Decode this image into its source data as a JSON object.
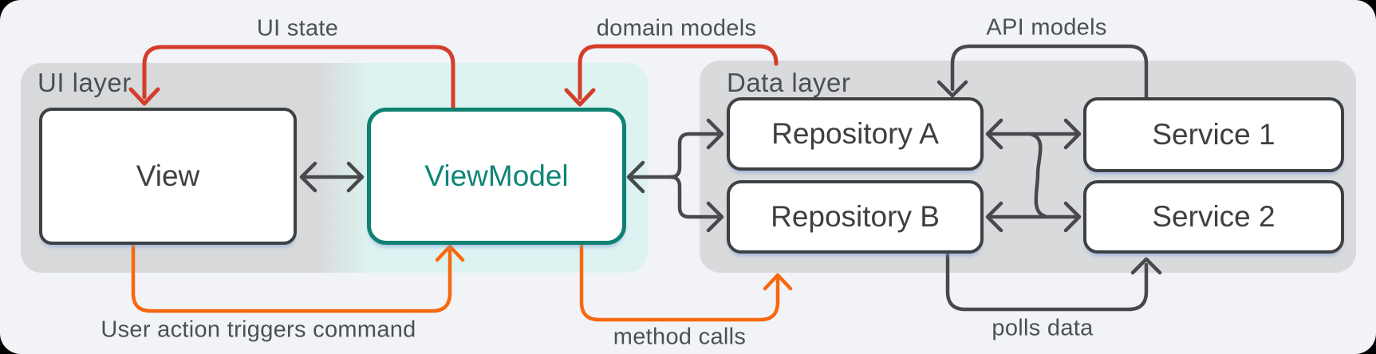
{
  "diagram": {
    "layers": [
      {
        "id": "ui-layer",
        "label": "UI layer"
      },
      {
        "id": "data-layer",
        "label": "Data layer"
      }
    ],
    "nodes": [
      {
        "id": "view",
        "label": "View"
      },
      {
        "id": "viewmodel",
        "label": "ViewModel"
      },
      {
        "id": "repo-a",
        "label": "Repository A"
      },
      {
        "id": "repo-b",
        "label": "Repository B"
      },
      {
        "id": "service-1",
        "label": "Service 1"
      },
      {
        "id": "service-2",
        "label": "Service 2"
      }
    ],
    "edges": [
      {
        "id": "ui-state",
        "from": "viewmodel",
        "to": "view",
        "label": "UI state",
        "color": "red",
        "arrow": "single"
      },
      {
        "id": "view-viewmodel",
        "from": "view",
        "to": "viewmodel",
        "label": "",
        "color": "dark",
        "arrow": "double"
      },
      {
        "id": "domain-models",
        "from": "data-layer",
        "to": "viewmodel",
        "label": "domain models",
        "color": "red",
        "arrow": "single"
      },
      {
        "id": "user-action",
        "from": "view",
        "to": "viewmodel",
        "label": "User action triggers command",
        "color": "orange",
        "arrow": "single"
      },
      {
        "id": "method-calls",
        "from": "viewmodel",
        "to": "repo-b",
        "label": "method calls",
        "color": "orange",
        "arrow": "single"
      },
      {
        "id": "viewmodel-repositories",
        "from": "viewmodel",
        "to": "repo-a,repo-b",
        "label": "",
        "color": "dark",
        "arrow": "fork-double"
      },
      {
        "id": "api-models",
        "from": "service-1",
        "to": "repo-a",
        "label": "API models",
        "color": "dark",
        "arrow": "single"
      },
      {
        "id": "repo-a-service-1",
        "from": "repo-a",
        "to": "service-1",
        "label": "",
        "color": "dark",
        "arrow": "double"
      },
      {
        "id": "repo-b-service-2",
        "from": "repo-b",
        "to": "service-2",
        "label": "",
        "color": "dark",
        "arrow": "double"
      },
      {
        "id": "polls-data",
        "from": "repo-b",
        "to": "service-2",
        "label": "polls data",
        "color": "dark",
        "arrow": "single"
      },
      {
        "id": "repos-services-crosslink",
        "from": "repo-a-service-1",
        "to": "repo-b-service-2",
        "label": "",
        "color": "dark",
        "arrow": "none"
      }
    ],
    "colors": {
      "red": "#d53d2b",
      "orange": "#f8680e",
      "dark_stroke": "#47494c",
      "node_border": "#3e4144",
      "teal": "#0f8173",
      "teal_text": "#0f8577",
      "ui_layer_gray": "#d8d9da",
      "viewmodel_highlight": "#dcf3f1",
      "data_layer_gray": "#d9dadb",
      "canvas_bg": "#f1f3f6",
      "label_text": "#4c5055",
      "node_text": "#3d4043",
      "layer_label_text": "#4b4f54"
    }
  }
}
